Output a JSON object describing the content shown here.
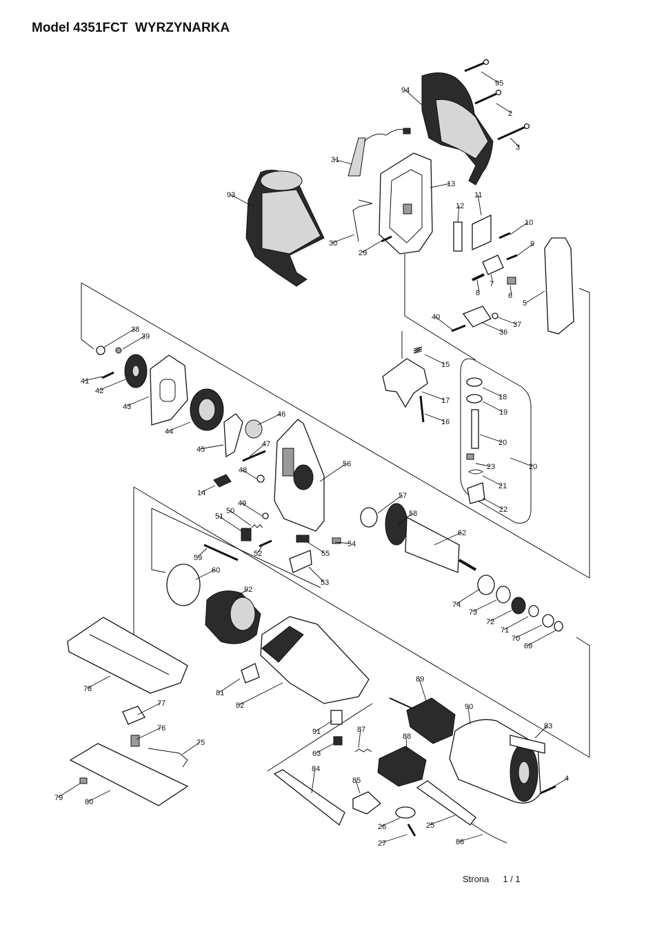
{
  "header": {
    "title": "Model 4351FCT  WYRZYNARKA"
  },
  "footer": {
    "page_label": "Strona",
    "page_number": "1 / 1"
  },
  "parts": [
    {
      "no": "95"
    },
    {
      "no": "94"
    },
    {
      "no": "2"
    },
    {
      "no": "3"
    },
    {
      "no": "31"
    },
    {
      "no": "13"
    },
    {
      "no": "93"
    },
    {
      "no": "11"
    },
    {
      "no": "12"
    },
    {
      "no": "10"
    },
    {
      "no": "9"
    },
    {
      "no": "30"
    },
    {
      "no": "29"
    },
    {
      "no": "7"
    },
    {
      "no": "8"
    },
    {
      "no": "6"
    },
    {
      "no": "5"
    },
    {
      "no": "40"
    },
    {
      "no": "37"
    },
    {
      "no": "36"
    },
    {
      "no": "38"
    },
    {
      "no": "39"
    },
    {
      "no": "15"
    },
    {
      "no": "41"
    },
    {
      "no": "42"
    },
    {
      "no": "43"
    },
    {
      "no": "18"
    },
    {
      "no": "17"
    },
    {
      "no": "19"
    },
    {
      "no": "16"
    },
    {
      "no": "46"
    },
    {
      "no": "44"
    },
    {
      "no": "47"
    },
    {
      "no": "45"
    },
    {
      "no": "20"
    },
    {
      "no": "20"
    },
    {
      "no": "56"
    },
    {
      "no": "48"
    },
    {
      "no": "23"
    },
    {
      "no": "21"
    },
    {
      "no": "14"
    },
    {
      "no": "22"
    },
    {
      "no": "57"
    },
    {
      "no": "49"
    },
    {
      "no": "50"
    },
    {
      "no": "58"
    },
    {
      "no": "51"
    },
    {
      "no": "62"
    },
    {
      "no": "54"
    },
    {
      "no": "52"
    },
    {
      "no": "55"
    },
    {
      "no": "59"
    },
    {
      "no": "60"
    },
    {
      "no": "53"
    },
    {
      "no": "92"
    },
    {
      "no": "74"
    },
    {
      "no": "73"
    },
    {
      "no": "72"
    },
    {
      "no": "71"
    },
    {
      "no": "70"
    },
    {
      "no": "69"
    },
    {
      "no": "78"
    },
    {
      "no": "89"
    },
    {
      "no": "81"
    },
    {
      "no": "82"
    },
    {
      "no": "90"
    },
    {
      "no": "77"
    },
    {
      "no": "83"
    },
    {
      "no": "91"
    },
    {
      "no": "87"
    },
    {
      "no": "76"
    },
    {
      "no": "88"
    },
    {
      "no": "75"
    },
    {
      "no": "63"
    },
    {
      "no": "84"
    },
    {
      "no": "4"
    },
    {
      "no": "85"
    },
    {
      "no": "79"
    },
    {
      "no": "80"
    },
    {
      "no": "26"
    },
    {
      "no": "25"
    },
    {
      "no": "27"
    },
    {
      "no": "86"
    }
  ]
}
